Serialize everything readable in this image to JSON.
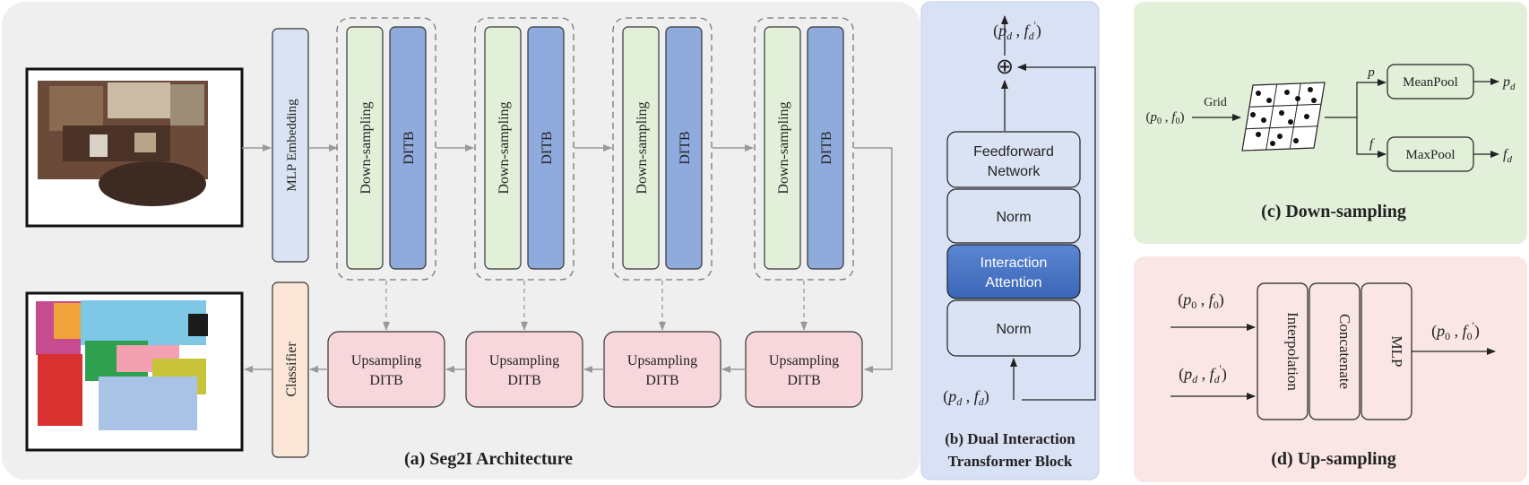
{
  "panel_a": {
    "caption": "(a) Seg2I Architecture",
    "mlp": "MLP Embedding",
    "classifier": "Classifier",
    "down_label": "Down-sampling",
    "ditb_label": "DITB",
    "up_line1": "Upsampling",
    "up_line2": "DITB"
  },
  "panel_b": {
    "caption_line1": "(b) Dual Interaction",
    "caption_line2": "Transformer Block",
    "ffn_line1": "Feedforward",
    "ffn_line2": "Network",
    "norm_top": "Norm",
    "attn_line1": "Interaction",
    "attn_line2": "Attention",
    "norm_bottom": "Norm",
    "plus": "⊕"
  },
  "panel_c": {
    "caption": "(c) Down-sampling",
    "grid": "Grid",
    "p": "p",
    "f": "f",
    "meanpool": "MeanPool",
    "maxpool": "MaxPool"
  },
  "panel_d": {
    "caption": "(d) Up-sampling",
    "interp": "Interpolation",
    "concat": "Concatenate",
    "mlp": "MLP"
  },
  "colors": {
    "panel_a_bg": "#efefef",
    "panel_b_bg": "#d9e1f4",
    "panel_c_bg": "#e2efd9",
    "panel_d_bg": "#fbe6e6",
    "down_fill": "#e2f0d9",
    "ditb_fill": "#8faadc",
    "up_fill": "#f8d7dc",
    "mlp_fill": "#dae3f3",
    "classifier_fill": "#fbe5d6",
    "attn_fill": "#4472c4"
  }
}
